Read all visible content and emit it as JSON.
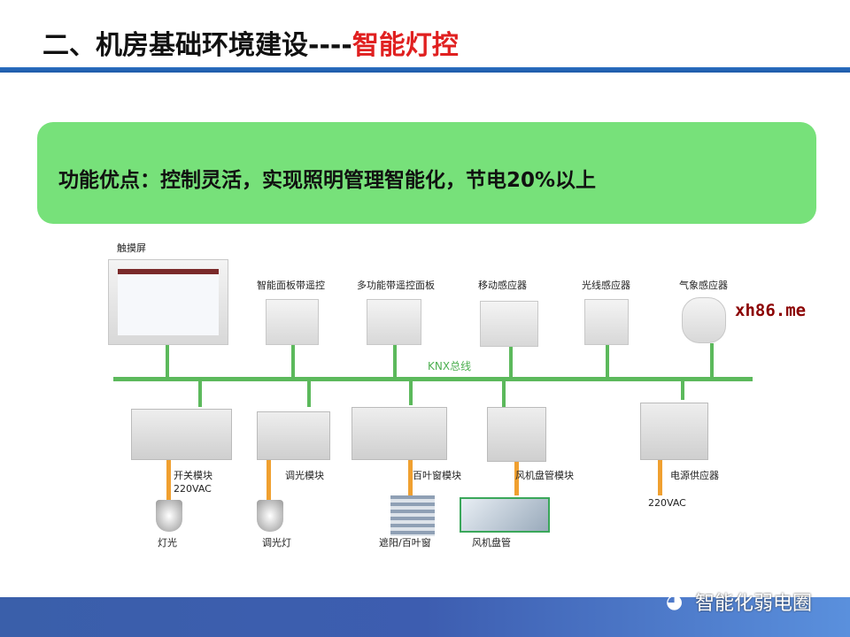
{
  "header": {
    "title": "二、机房基础环境建设----",
    "title_highlight": "智能灯控"
  },
  "banner": {
    "text": "功能优点：控制灵活，实现照明管理智能化，节电20%以上"
  },
  "diagram": {
    "bus_label": "KNX总线",
    "top_devices": [
      "触摸屏",
      "智能面板带遥控",
      "多功能带遥控面板",
      "移动感应器",
      "光线感应器",
      "气象感应器"
    ],
    "modules": [
      "开关模块",
      "调光模块",
      "百叶窗模块",
      "风机盘管模块",
      "电源供应器"
    ],
    "voltage_1": "220VAC",
    "voltage_2": "220VAC",
    "loads": [
      "灯光",
      "调光灯",
      "遮阳/百叶窗",
      "风机盘管"
    ]
  },
  "watermark": "xh86.me",
  "footer": {
    "brand": "智能化弱电圈"
  },
  "colors": {
    "accent_red": "#e02020",
    "banner_green": "#77e17a",
    "bus_green": "#5cb95c",
    "power_orange": "#f0a030"
  }
}
